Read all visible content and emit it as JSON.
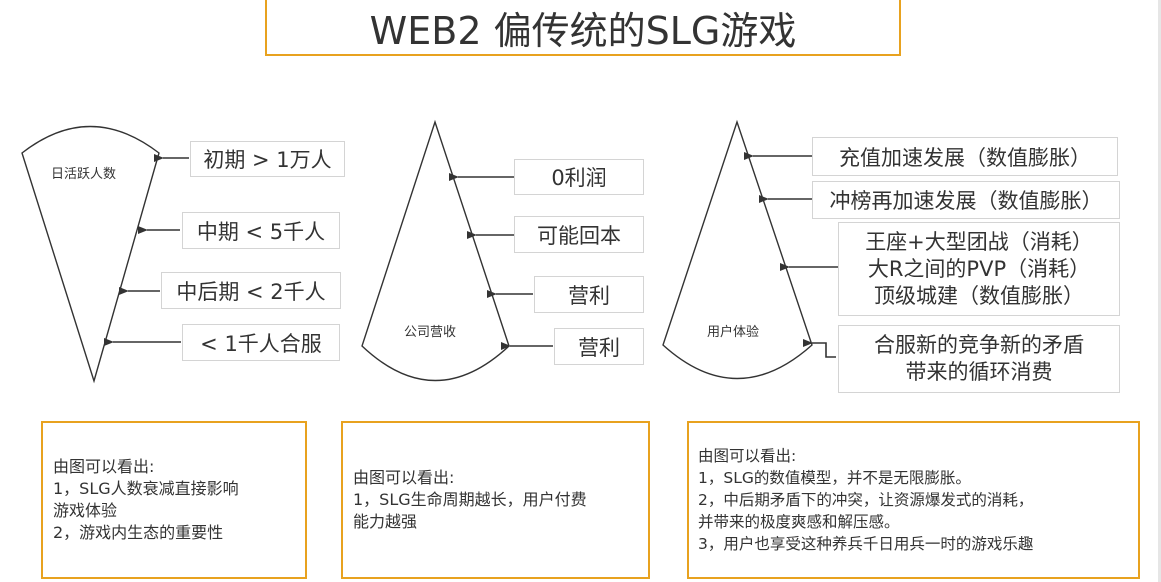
{
  "title": "WEB2 偏传统的SLG游戏",
  "panels": [
    {
      "shape_label": "日活跃人数",
      "labels": [
        "初期 > 1万人",
        "中期 < 5千人",
        "中后期 < 2千人",
        "< 1千人合服"
      ]
    },
    {
      "shape_label": "公司营收",
      "labels": [
        "0利润",
        "可能回本",
        "营利",
        "营利"
      ]
    },
    {
      "shape_label": "用户体验",
      "labels": [
        [
          "充值加速发展（数值膨胀）"
        ],
        [
          "冲榜再加速发展（数值膨胀）"
        ],
        [
          "王座+大型团战（消耗）",
          "大R之间的PVP（消耗）",
          "顶级城建（数值膨胀）"
        ],
        [
          "合服新的竞争新的矛盾",
          "带来的循环消费"
        ]
      ]
    }
  ],
  "notes": [
    [
      "由图可以看出:",
      "1，SLG人数衰减直接影响",
      "游戏体验",
      "2，游戏内生态的重要性"
    ],
    [
      "由图可以看出:",
      "1，SLG生命周期越长，用户付费",
      "能力越强"
    ],
    [
      "由图可以看出:",
      "1，SLG的数值模型，并不是无限膨胀。",
      "2，中后期矛盾下的冲突，让资源爆发式的消耗，",
      "并带来的极度爽感和解压感。",
      "3，用户也享受这种养兵千日用兵一时的游戏乐趣"
    ]
  ],
  "colors": {
    "frame": "#e8a21f",
    "label_border": "#d4d4d4",
    "line": "#333333"
  }
}
